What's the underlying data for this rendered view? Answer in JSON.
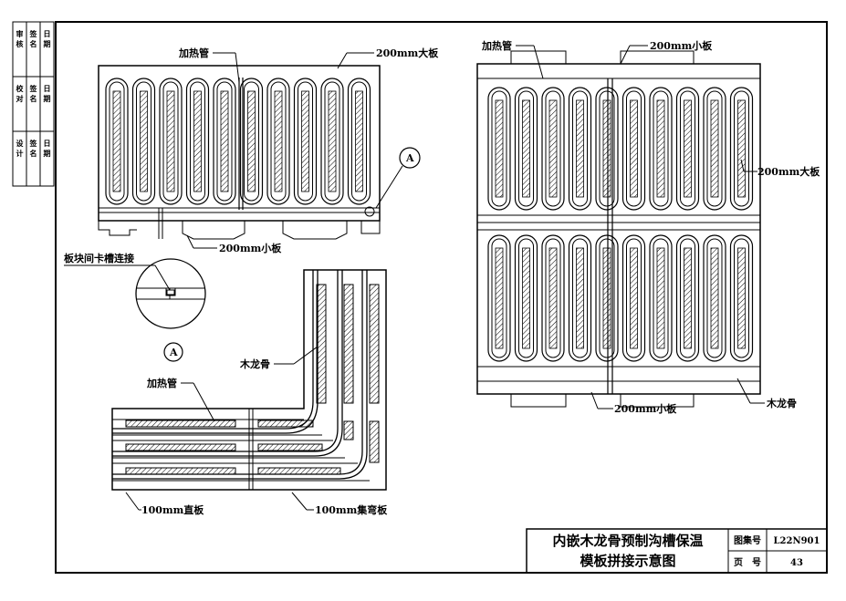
{
  "labels": {
    "heating_pipe": "加热管",
    "large_board_200": "200mm大板",
    "small_board_200": "200mm小板",
    "slot_connection": "板块间卡槽连接",
    "detail_mark": "A",
    "wood_keel": "木龙骨",
    "straight_board_100": "100mm直板",
    "bend_board_100": "100mm集弯板"
  },
  "title_block": {
    "title_line1": "内嵌木龙骨预制沟槽保温",
    "title_line2": "模板拼接示意图",
    "atlas_label": "图集号",
    "atlas_value": "L22N901",
    "page_label": "页　号",
    "page_value": "43"
  },
  "side_block": {
    "rows": [
      [
        "审核",
        "校对",
        "设计"
      ],
      [
        "签名",
        "签名",
        "签名"
      ],
      [
        "日期",
        "日期",
        "日期"
      ]
    ]
  }
}
